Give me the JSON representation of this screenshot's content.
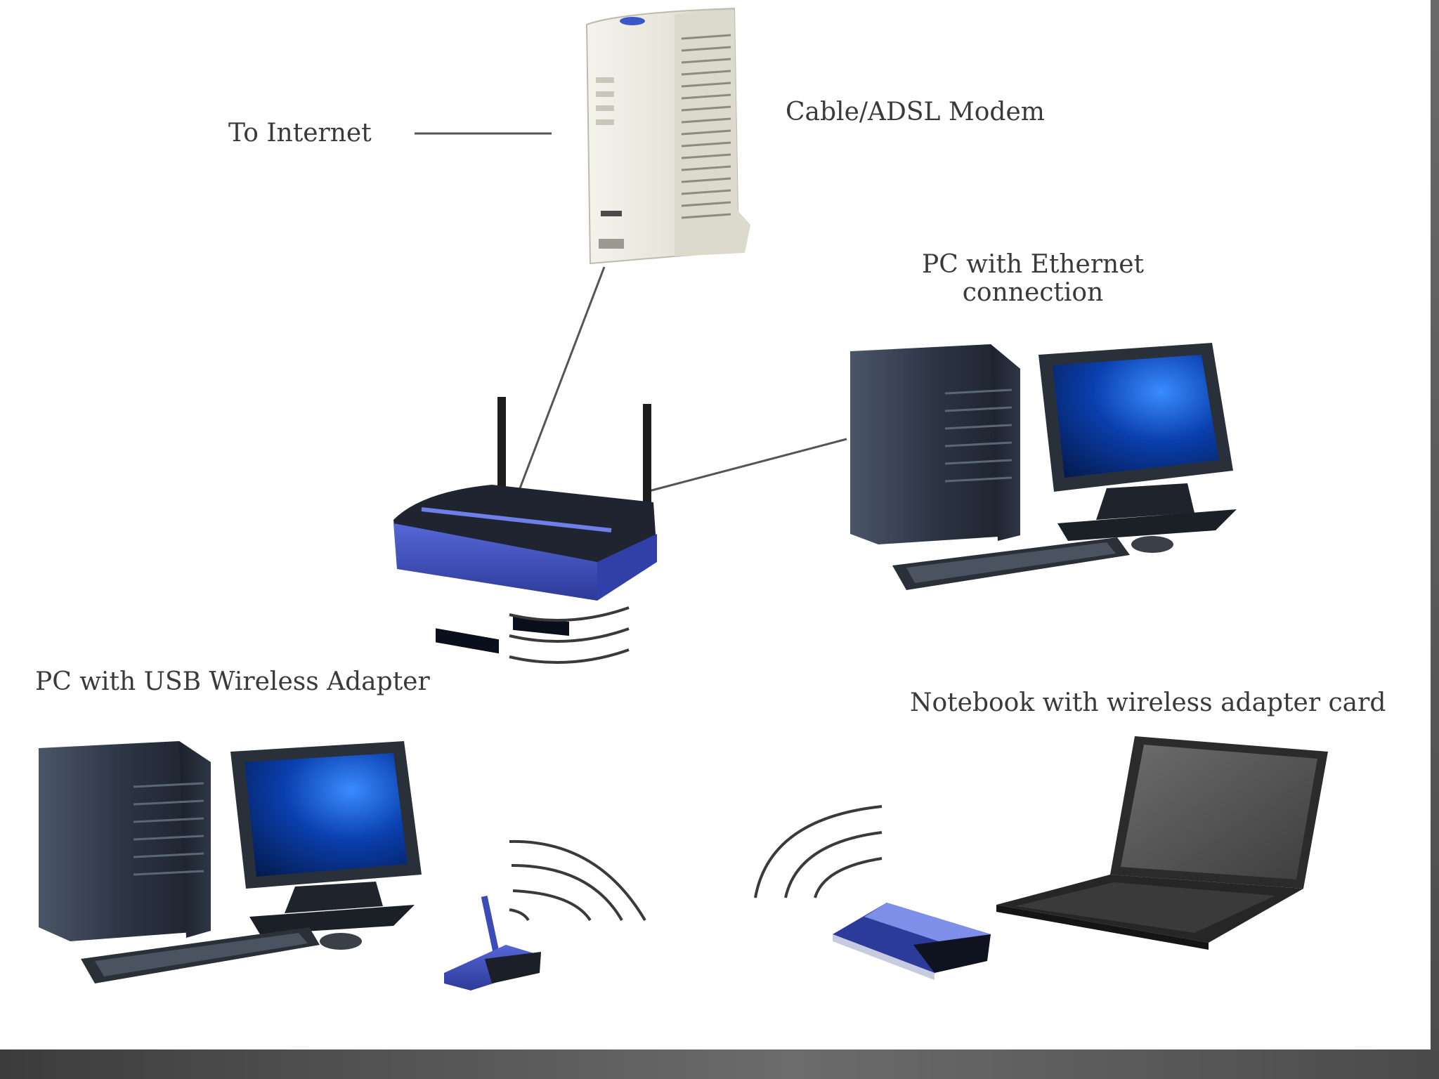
{
  "labels": {
    "to_internet": "To Internet",
    "modem": "Cable/ADSL Modem",
    "pc_ethernet_line1": "PC with Ethernet",
    "pc_ethernet_line2": "connection",
    "pc_usb": "PC with USB Wireless Adapter",
    "notebook": "Notebook with wireless adapter card"
  },
  "colors": {
    "router_blue": "#3c4fc0",
    "device_dark": "#2b3340",
    "screen_blue": "#0a4fc0",
    "modem_beige": "#ecebe2",
    "line": "#555555"
  }
}
